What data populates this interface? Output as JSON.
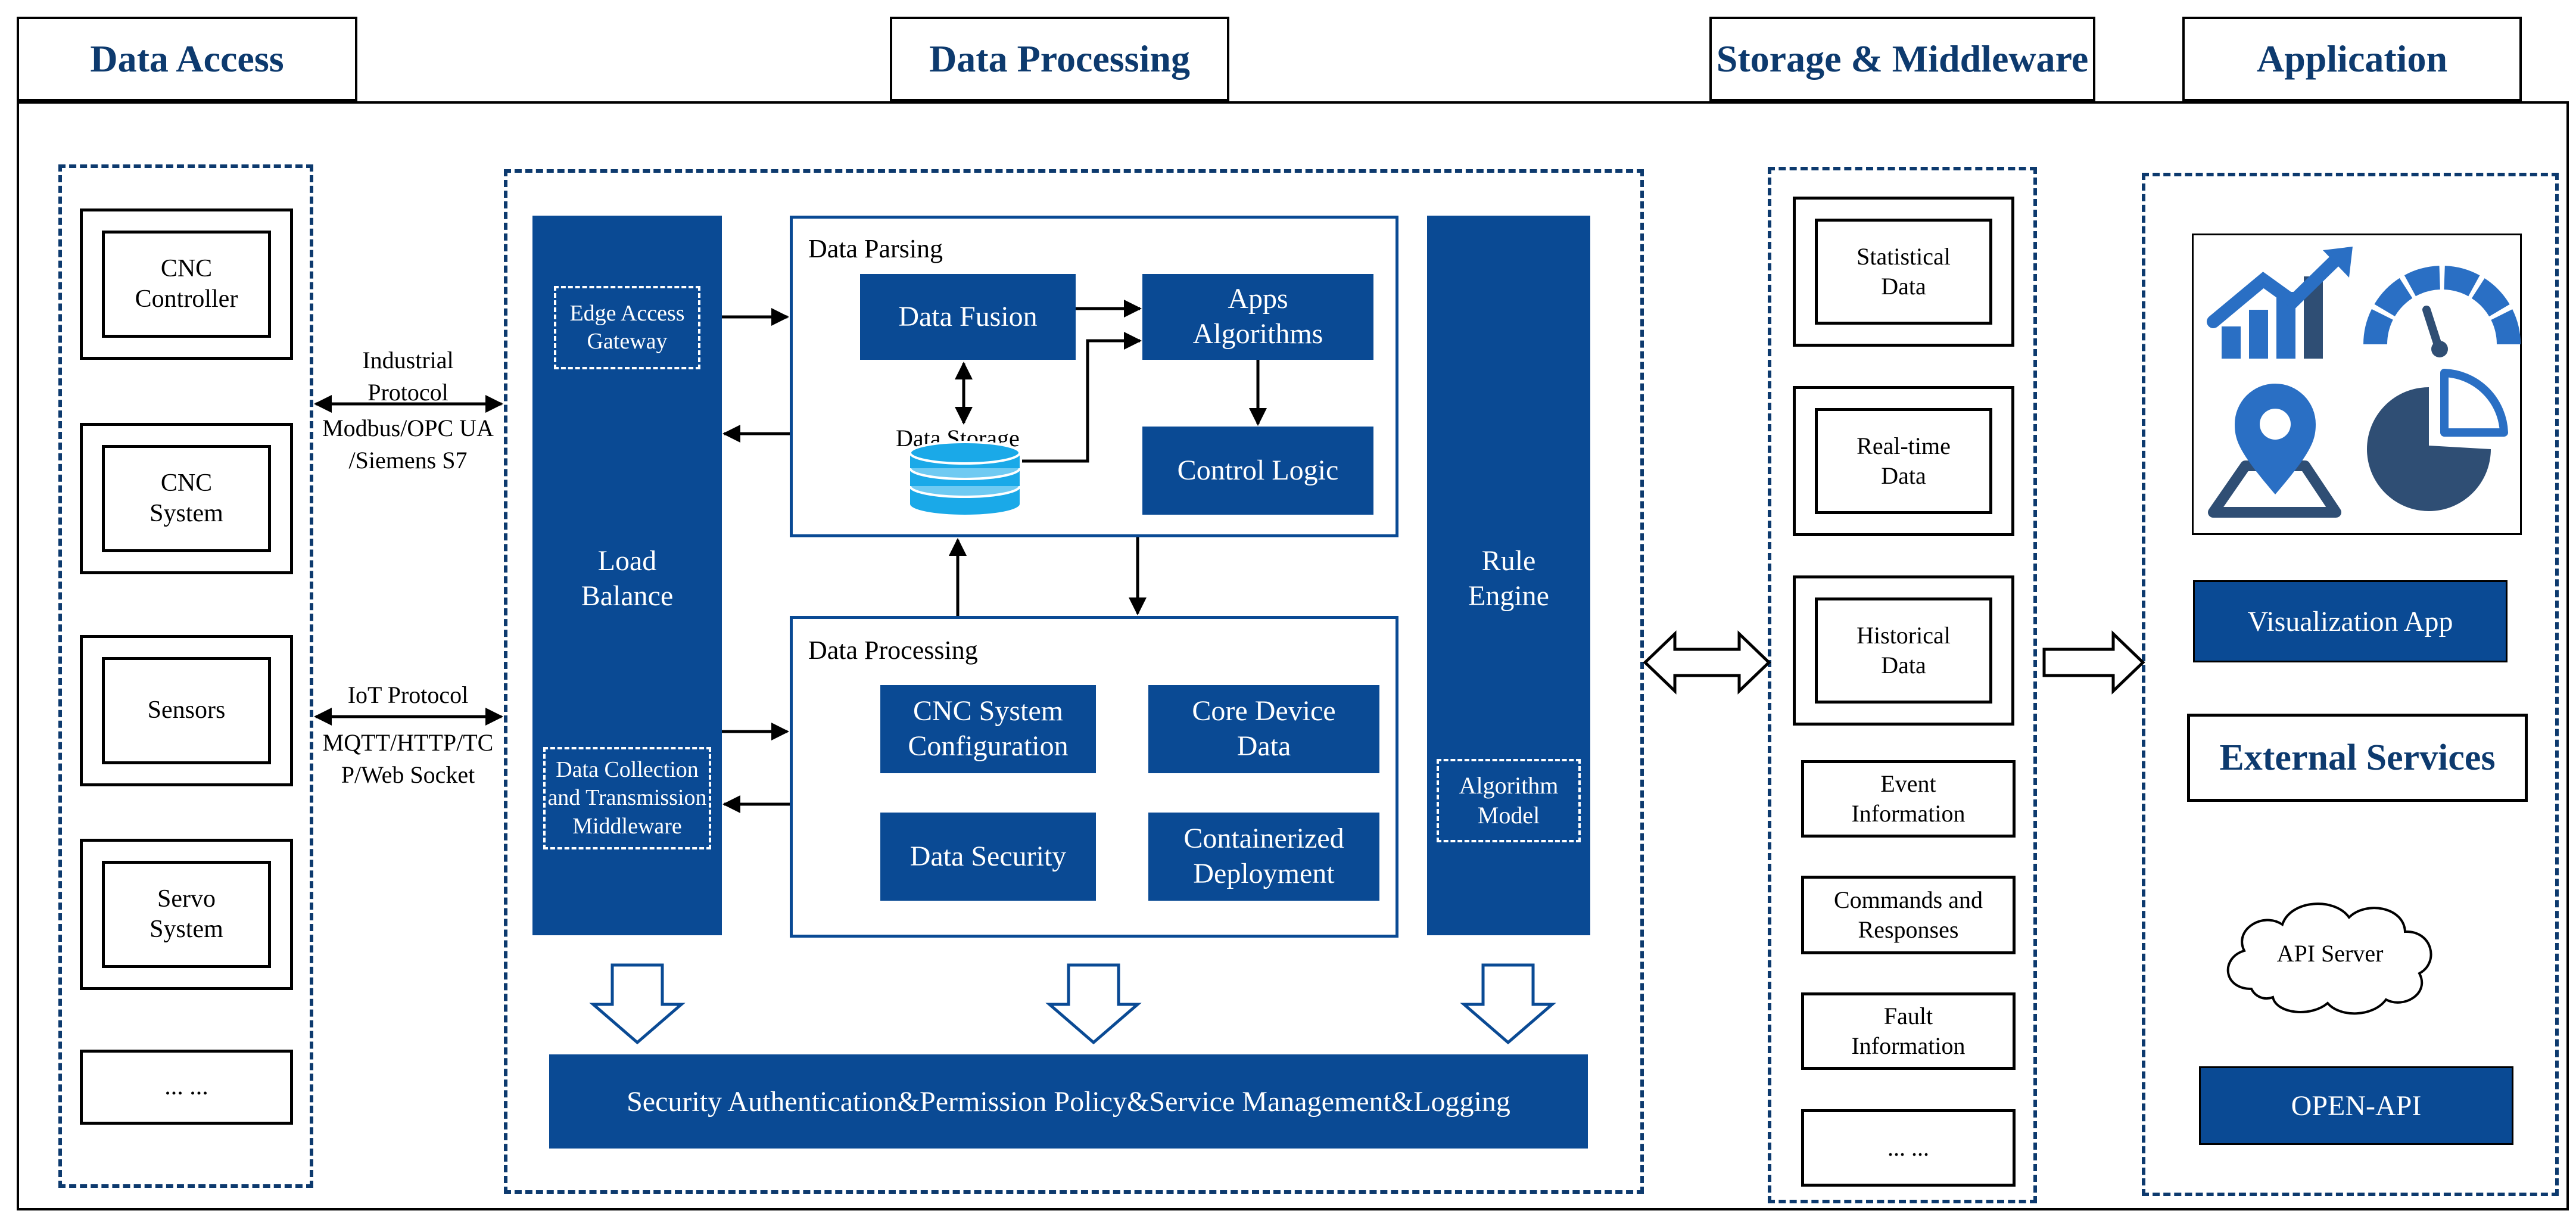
{
  "headers": {
    "data_access": "Data Access",
    "data_processing": "Data Processing",
    "storage_middleware": "Storage & Middleware",
    "application": "Application"
  },
  "data_access": {
    "devices": [
      "CNC\nController",
      "CNC\nSystem",
      "Sensors",
      "Servo\nSystem",
      "... ..."
    ]
  },
  "protocols": {
    "industrial": "Industrial\nProtocol",
    "industrial_detail": "Modbus/OPC UA\n/Siemens S7",
    "iot": "IoT Protocol",
    "iot_detail": "MQTT/HTTP/TC\nP/Web Socket"
  },
  "processing": {
    "load_balance": "Load\nBalance",
    "edge_gateway": "Edge Access\nGateway",
    "middleware": "Data Collection\nand Transmission\nMiddleware",
    "parsing_title": "Data Parsing",
    "data_fusion": "Data Fusion",
    "apps_algorithms": "Apps\nAlgorithms",
    "data_storage": "Data Storage",
    "control_logic": "Control Logic",
    "processing_title": "Data Processing",
    "cnc_config": "CNC System\nConfiguration",
    "core_device": "Core Device\nData",
    "data_security": "Data Security",
    "containerized": "Containerized\nDeployment",
    "rule_engine": "Rule\nEngine",
    "algorithm_model": "Algorithm\nModel",
    "security_bar": "Security Authentication&Permission Policy&Service Management&Logging"
  },
  "storage": {
    "items": [
      "Statistical\nData",
      "Real-time\nData",
      "Historical\nData"
    ],
    "singles": [
      "Event\nInformation",
      "Commands and\nResponses",
      "Fault\nInformation",
      "... ..."
    ]
  },
  "application": {
    "visualization_app": "Visualization App",
    "external_services": "External Services",
    "api_server": "API Server",
    "open_api": "OPEN-API"
  },
  "colors": {
    "primary_blue": "#0a4a94",
    "header_text": "#0d3a6e",
    "icon_blue": "#2a6fc4",
    "icon_dark": "#2f4e74",
    "storage_cyan": "#1aa9e8"
  },
  "icons": [
    "trend-chart-icon",
    "gauge-icon",
    "map-pin-icon",
    "pie-chart-icon",
    "database-icon",
    "cloud-icon"
  ]
}
